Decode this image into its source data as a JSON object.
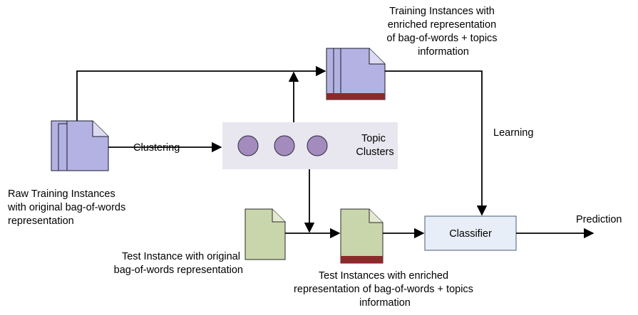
{
  "labels": {
    "training_enriched": [
      "Training Instances with",
      "enriched representation",
      "of bag-of-words + topics",
      "information"
    ],
    "raw_training": [
      "Raw Training Instances",
      "with original bag-of-words",
      "representation"
    ],
    "clustering": "Clustering",
    "topic_clusters": [
      "Topic",
      "Clusters"
    ],
    "learning": "Learning",
    "test_instance": [
      "Test Instance with original",
      "bag-of-words representation"
    ],
    "test_enriched": [
      "Test Instances with enriched",
      "representation of bag-of-words + topics",
      "information"
    ],
    "classifier": "Classifier",
    "prediction": "Prediction"
  },
  "colors": {
    "training_doc": "#b4b2e2",
    "test_doc": "#c9d5ab",
    "topic_bar": "#8c2a2a",
    "cluster_panel": "#e8e6ef",
    "cluster_circle": "#a38bbd",
    "classifier_box": "#e7eef8"
  }
}
